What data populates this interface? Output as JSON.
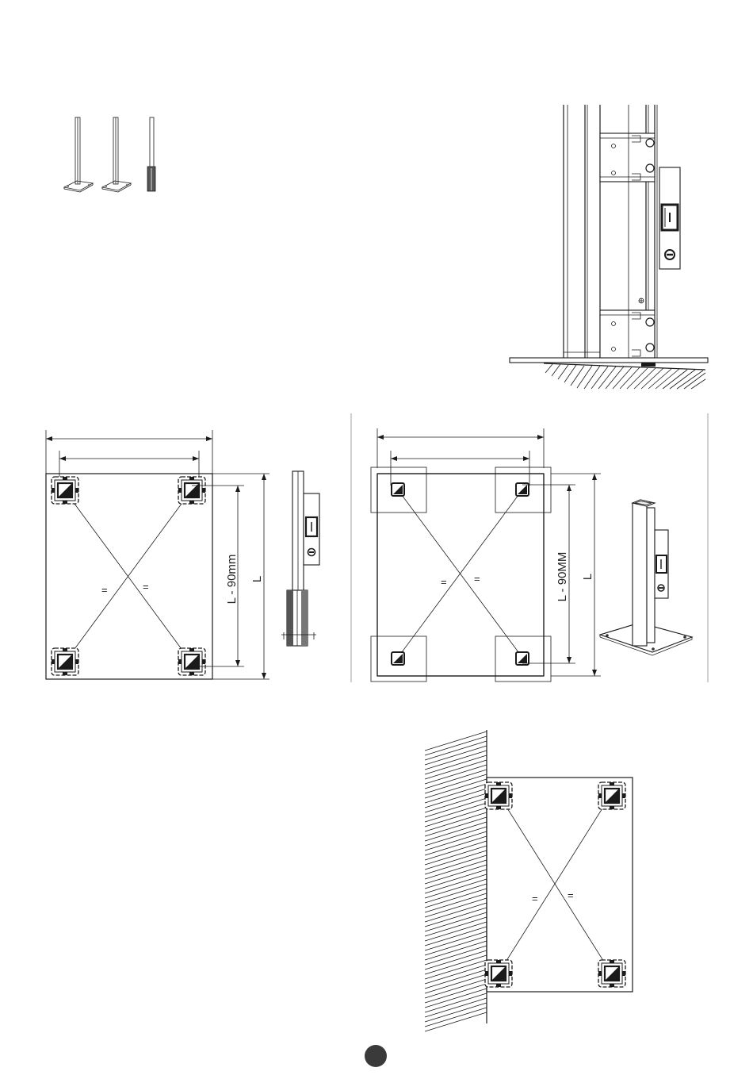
{
  "diagrams": {
    "corner_post": {
      "dim_inner_label": "L - 90mm",
      "dim_outer_label": "L",
      "diag_mark_left": "=",
      "diag_mark_right": "="
    },
    "base_plate": {
      "dim_inner_label": "L - 90MM",
      "dim_outer_label": "L",
      "diag_mark_left": "=",
      "diag_mark_right": "="
    },
    "wall_mount": {
      "diag_mark_left": "=",
      "diag_mark_right": "="
    }
  },
  "icons": {
    "level": "spirit-level-icon",
    "page_marker": "page-number-circle"
  },
  "colors": {
    "line": "#1a1a1a",
    "page_marker": "#3a3a3a"
  }
}
